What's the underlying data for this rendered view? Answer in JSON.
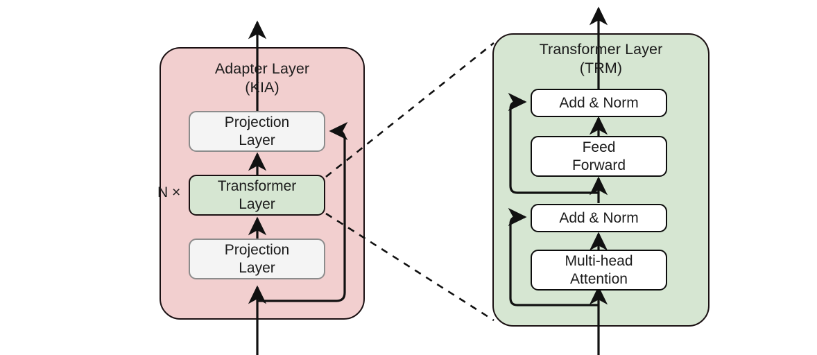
{
  "figure": {
    "background_color": "#ffffff",
    "stroke_color": "#111111"
  },
  "panels": [
    {
      "id": "adapter",
      "title": "Adapter Layer\n(KIA)",
      "fill_color": "#f2cfcf",
      "border_color": "#1a1012",
      "repeat_label": "N ×",
      "nodes": [
        {
          "id": "proj-top",
          "label": "Projection\nLayer",
          "fill_color": "#f4f4f4",
          "border_color": "#8c8c8c"
        },
        {
          "id": "trm",
          "label": "Transformer\nLayer",
          "fill_color": "#d6e6d2",
          "border_color": "#1a1012"
        },
        {
          "id": "proj-bottom",
          "label": "Projection\nLayer",
          "fill_color": "#f4f4f4",
          "border_color": "#8c8c8c"
        }
      ]
    },
    {
      "id": "transformer",
      "title": "Transformer Layer\n(TRM)",
      "fill_color": "#d6e6d2",
      "border_color": "#1a1012",
      "nodes": [
        {
          "id": "add-norm-top",
          "label": "Add & Norm",
          "fill_color": "#ffffff",
          "border_color": "#0d0d0d"
        },
        {
          "id": "feed-forward",
          "label": "Feed\nForward",
          "fill_color": "#ffffff",
          "border_color": "#0d0d0d"
        },
        {
          "id": "add-norm-bottom",
          "label": "Add & Norm",
          "fill_color": "#ffffff",
          "border_color": "#0d0d0d"
        },
        {
          "id": "multi-head-attention",
          "label": "Multi-head\nAttention",
          "fill_color": "#ffffff",
          "border_color": "#0d0d0d"
        }
      ]
    }
  ],
  "connectors": {
    "adapter_output_arrow": "up-arrow",
    "adapter_input_line": "vertical-line",
    "adapter_residual": "skip-connection-to-projection-top",
    "trm_output_arrow": "up-arrow",
    "trm_input_line": "vertical-line",
    "trm_residual_upper": "skip-connection-to-add-norm-top",
    "trm_residual_lower": "skip-connection-to-add-norm-bottom",
    "zoom_guides": "dashed-callout-lines"
  }
}
